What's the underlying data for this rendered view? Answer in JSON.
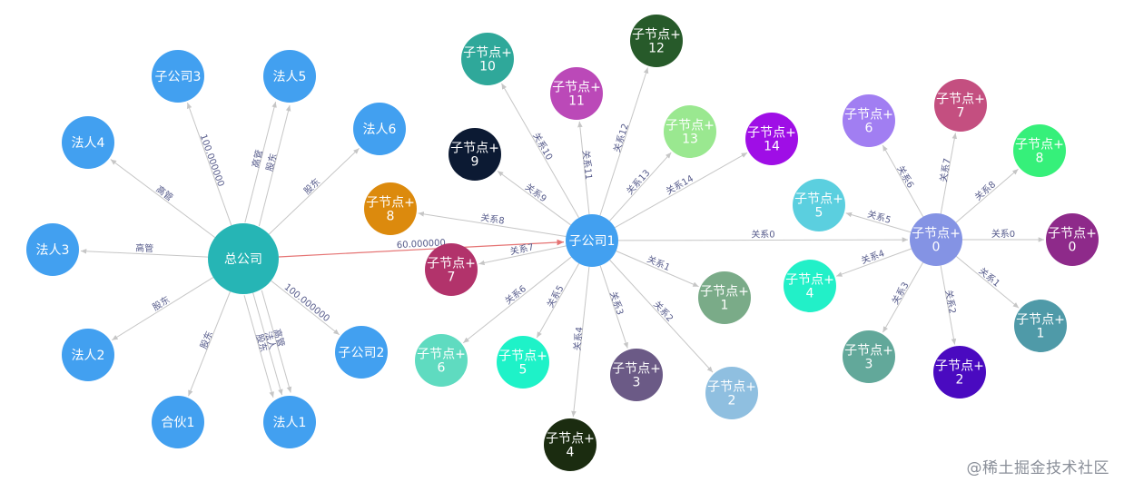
{
  "watermark": "@稀土掘金技术社区",
  "diagram": {
    "type": "force-graph",
    "colors": {
      "edge": "#c6c6c6",
      "highlight_edge": "#e57373",
      "edge_label": "#555a8a",
      "node_text": "#ffffff"
    },
    "nodes": [
      {
        "id": "hq",
        "lines": [
          "总公司"
        ],
        "color": "#26b5b5"
      },
      {
        "id": "sub3",
        "lines": [
          "子公司3"
        ],
        "color": "#42a0f0"
      },
      {
        "id": "lp5",
        "lines": [
          "法人5"
        ],
        "color": "#42a0f0"
      },
      {
        "id": "lp6",
        "lines": [
          "法人6"
        ],
        "color": "#42a0f0"
      },
      {
        "id": "lp4",
        "lines": [
          "法人4"
        ],
        "color": "#42a0f0"
      },
      {
        "id": "lp3",
        "lines": [
          "法人3"
        ],
        "color": "#42a0f0"
      },
      {
        "id": "lp2",
        "lines": [
          "法人2"
        ],
        "color": "#42a0f0"
      },
      {
        "id": "hh1",
        "lines": [
          "合伙1"
        ],
        "color": "#42a0f0"
      },
      {
        "id": "lp1",
        "lines": [
          "法人1"
        ],
        "color": "#42a0f0"
      },
      {
        "id": "sub2",
        "lines": [
          "子公司2"
        ],
        "color": "#42a0f0"
      },
      {
        "id": "sub1",
        "lines": [
          "子公司1"
        ],
        "color": "#42a0f0"
      },
      {
        "id": "a10",
        "lines": [
          "子节点+",
          "10"
        ],
        "color": "#2fa89a"
      },
      {
        "id": "a12",
        "lines": [
          "子节点+",
          "12"
        ],
        "color": "#275a2a"
      },
      {
        "id": "a11",
        "lines": [
          "子节点+",
          "11"
        ],
        "color": "#bb49b8"
      },
      {
        "id": "a13",
        "lines": [
          "子节点+",
          "13"
        ],
        "color": "#9ae890"
      },
      {
        "id": "a14",
        "lines": [
          "子节点+",
          "14"
        ],
        "color": "#9f0ee6"
      },
      {
        "id": "a9",
        "lines": [
          "子节点+",
          "9"
        ],
        "color": "#0c1a33"
      },
      {
        "id": "a8",
        "lines": [
          "子节点+",
          "8"
        ],
        "color": "#dc8a0d"
      },
      {
        "id": "a7",
        "lines": [
          "子节点+",
          "7"
        ],
        "color": "#b2336b"
      },
      {
        "id": "a6",
        "lines": [
          "子节点+",
          "6"
        ],
        "color": "#5fdbc0"
      },
      {
        "id": "a5",
        "lines": [
          "子节点+",
          "5"
        ],
        "color": "#1ef2c8"
      },
      {
        "id": "a4",
        "lines": [
          "子节点+",
          "4"
        ],
        "color": "#1b2c10"
      },
      {
        "id": "a3",
        "lines": [
          "子节点+",
          "3"
        ],
        "color": "#6b5a86"
      },
      {
        "id": "a2",
        "lines": [
          "子节点+",
          "2"
        ],
        "color": "#8fbfe0"
      },
      {
        "id": "a1",
        "lines": [
          "子节点+",
          "1"
        ],
        "color": "#7aab88"
      },
      {
        "id": "b0c",
        "lines": [
          "子节点+",
          "0"
        ],
        "color": "#8493e4"
      },
      {
        "id": "b6",
        "lines": [
          "子节点+",
          "6"
        ],
        "color": "#a17ef2"
      },
      {
        "id": "b7",
        "lines": [
          "子节点+",
          "7"
        ],
        "color": "#c44f80"
      },
      {
        "id": "b8",
        "lines": [
          "子节点+",
          "8"
        ],
        "color": "#36f07a"
      },
      {
        "id": "b5",
        "lines": [
          "子节点+",
          "5"
        ],
        "color": "#5bcfdf"
      },
      {
        "id": "b4",
        "lines": [
          "子节点+",
          "4"
        ],
        "color": "#22f0c8"
      },
      {
        "id": "b3",
        "lines": [
          "子节点+",
          "3"
        ],
        "color": "#62a89a"
      },
      {
        "id": "b2",
        "lines": [
          "子节点+",
          "2"
        ],
        "color": "#4a0ac0"
      },
      {
        "id": "b1",
        "lines": [
          "子节点+",
          "1"
        ],
        "color": "#4f9aa8"
      },
      {
        "id": "b0",
        "lines": [
          "子节点+",
          "0"
        ],
        "color": "#8e2a8a"
      }
    ],
    "edges": [
      {
        "from": "hq",
        "to": "sub3",
        "label": "100.000000"
      },
      {
        "from": "hq",
        "to": "lp5",
        "label": "高管"
      },
      {
        "from": "hq",
        "to": "lp5",
        "label": "股东"
      },
      {
        "from": "hq",
        "to": "lp6",
        "label": "股东"
      },
      {
        "from": "hq",
        "to": "lp4",
        "label": "高管"
      },
      {
        "from": "hq",
        "to": "lp3",
        "label": "高管"
      },
      {
        "from": "hq",
        "to": "lp2",
        "label": "股东"
      },
      {
        "from": "hq",
        "to": "hh1",
        "label": "股东"
      },
      {
        "from": "hq",
        "to": "lp1",
        "label": "高管"
      },
      {
        "from": "hq",
        "to": "lp1",
        "label": "法人"
      },
      {
        "from": "hq",
        "to": "lp1",
        "label": "股东"
      },
      {
        "from": "hq",
        "to": "sub2",
        "label": "100.000000"
      },
      {
        "from": "hq",
        "to": "sub1",
        "label": "60.000000",
        "highlight": true
      },
      {
        "from": "sub1",
        "to": "a10",
        "label": "关系10"
      },
      {
        "from": "sub1",
        "to": "a11",
        "label": "关系11"
      },
      {
        "from": "sub1",
        "to": "a12",
        "label": "关系12"
      },
      {
        "from": "sub1",
        "to": "a13",
        "label": "关系13"
      },
      {
        "from": "sub1",
        "to": "a14",
        "label": "关系14"
      },
      {
        "from": "sub1",
        "to": "a9",
        "label": "关系9"
      },
      {
        "from": "sub1",
        "to": "a8",
        "label": "关系8"
      },
      {
        "from": "sub1",
        "to": "a7",
        "label": "关系7"
      },
      {
        "from": "sub1",
        "to": "a6",
        "label": "关系6"
      },
      {
        "from": "sub1",
        "to": "a5",
        "label": "关系5"
      },
      {
        "from": "sub1",
        "to": "a4",
        "label": "关系4"
      },
      {
        "from": "sub1",
        "to": "a3",
        "label": "关系3"
      },
      {
        "from": "sub1",
        "to": "a2",
        "label": "关系2"
      },
      {
        "from": "sub1",
        "to": "a1",
        "label": "关系1"
      },
      {
        "from": "sub1",
        "to": "b0c",
        "label": "关系0"
      },
      {
        "from": "b0c",
        "to": "b6",
        "label": "关系6"
      },
      {
        "from": "b0c",
        "to": "b7",
        "label": "关系7"
      },
      {
        "from": "b0c",
        "to": "b8",
        "label": "关系8"
      },
      {
        "from": "b0c",
        "to": "b5",
        "label": "关系5"
      },
      {
        "from": "b0c",
        "to": "b4",
        "label": "关系4"
      },
      {
        "from": "b0c",
        "to": "b3",
        "label": "关系3"
      },
      {
        "from": "b0c",
        "to": "b2",
        "label": "关系2"
      },
      {
        "from": "b0c",
        "to": "b1",
        "label": "关系1"
      },
      {
        "from": "b0c",
        "to": "b0",
        "label": "关系0"
      }
    ]
  }
}
